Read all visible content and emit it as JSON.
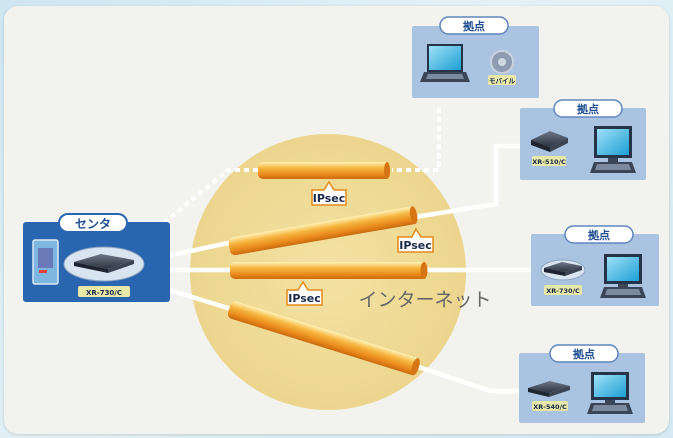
{
  "labels": {
    "center": "センタ",
    "site": "拠点",
    "internet": "インターネット",
    "ipsec": "IPsec",
    "mobile": "モバイル"
  },
  "devices": {
    "center_router": "XR-730/C",
    "site2_router": "XR-510/C",
    "site3_router": "XR-730/C",
    "site4_router": "XR-540/C"
  },
  "colors": {
    "center_box": "#2a65b0",
    "site_box": "#a9c3e0",
    "tunnel": "#f5a623",
    "internet_cloud": "#f0dc9a",
    "link": "#ffffff"
  }
}
